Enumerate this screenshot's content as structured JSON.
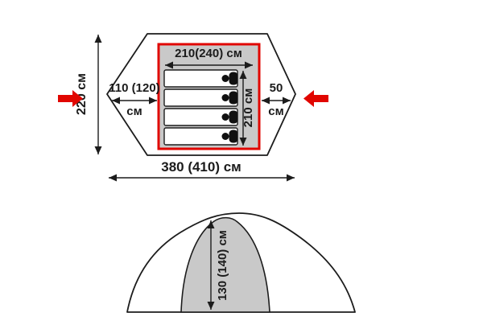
{
  "top_view": {
    "inner_width": "210(240) см",
    "inner_depth": "210 см",
    "left_vestibule_value": "110 (120)",
    "left_vestibule_unit": "см",
    "right_vestibule_value": "50",
    "right_vestibule_unit": "см",
    "outer_width": "220 см",
    "total_length": "380 (410) см"
  },
  "side_view": {
    "height": "130 (140) см"
  },
  "colors": {
    "accent_red": "#e10600",
    "fill_gray": "#c9c9c9",
    "line_black": "#1c1c1c"
  }
}
